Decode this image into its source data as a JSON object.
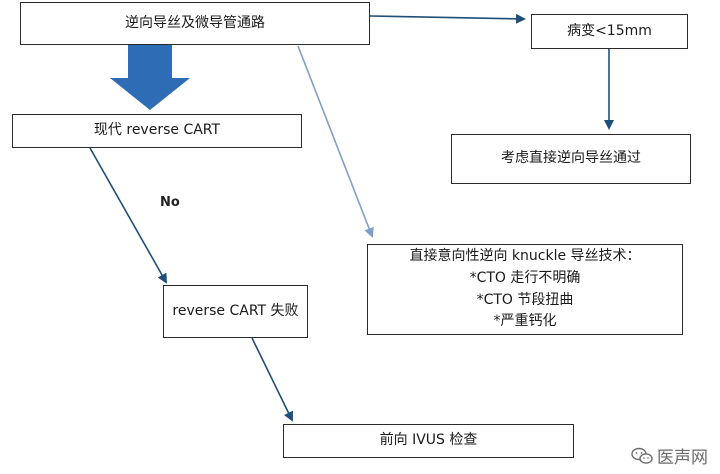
{
  "nodes": {
    "start": {
      "label": "逆向导丝及微导管通路"
    },
    "lesion": {
      "label": "病变<15mm"
    },
    "direct": {
      "label": "考虑直接逆向导丝通过"
    },
    "modern_cart": {
      "label": "现代 reverse CART"
    },
    "knuckle": {
      "title": "直接意向性逆向 knuckle 导丝技术：",
      "items": [
        "*CTO 走行不明确",
        "*CTO 节段扭曲",
        "*严重钙化"
      ]
    },
    "cart_fail": {
      "label": "reverse CART 失败"
    },
    "ivus": {
      "label": "前向 IVUS 检查"
    }
  },
  "edge_labels": {
    "no": "No"
  },
  "watermark": {
    "text": "医声网",
    "icon": "wechat-icon"
  },
  "colors": {
    "arrow_dark": "#1f4e79",
    "arrow_light": "#7f9fc6",
    "big_arrow": "#2e6db5",
    "border": "#2b2b2b"
  }
}
